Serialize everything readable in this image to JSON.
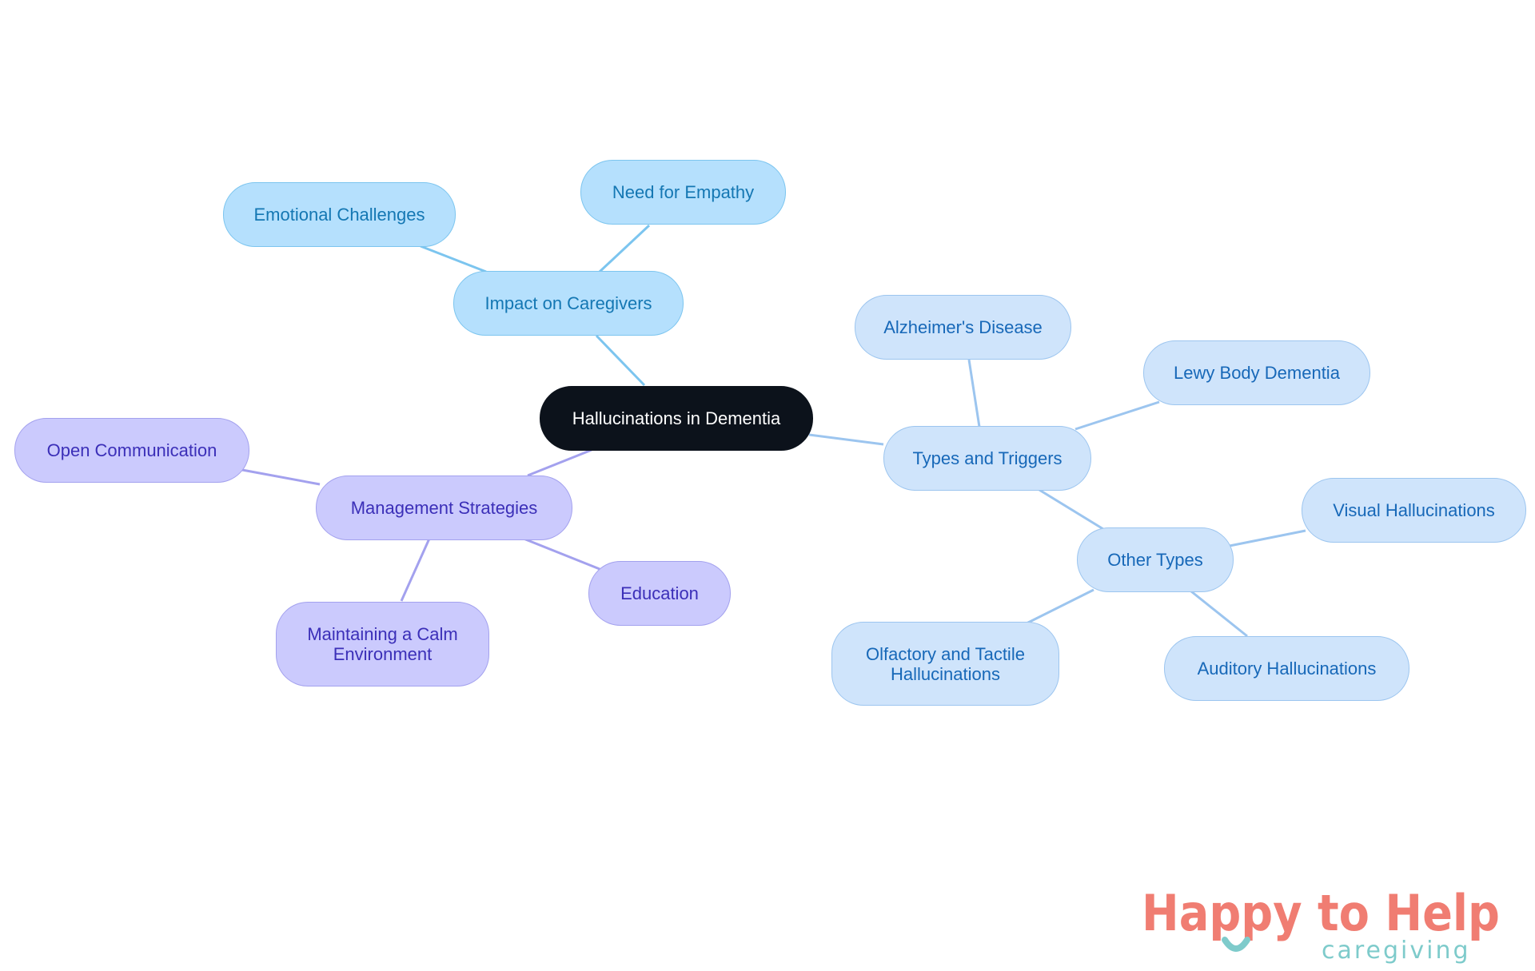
{
  "mindmap": {
    "root": {
      "label": "Hallucinations in Dementia"
    },
    "branches": {
      "impact": {
        "label": "Impact on Caregivers",
        "children": {
          "emotional": "Emotional Challenges",
          "empathy": "Need for Empathy"
        }
      },
      "types": {
        "label": "Types and Triggers",
        "children": {
          "alzheimers": "Alzheimer's Disease",
          "lewy": "Lewy Body Dementia",
          "other": "Other Types"
        },
        "other_types": {
          "visual": "Visual Hallucinations",
          "auditory": "Auditory Hallucinations",
          "olfactory_line1": "Olfactory and Tactile",
          "olfactory_line2": "Hallucinations"
        }
      },
      "management": {
        "label": "Management Strategies",
        "children": {
          "open": "Open Communication",
          "education": "Education",
          "calm_line1": "Maintaining a Calm",
          "calm_line2": "Environment"
        }
      }
    },
    "colors": {
      "root": "#0c121b",
      "impact_branch": "#b5e0fd",
      "types_branch": "#cfe4fb",
      "management_branch": "#cbcafd"
    }
  },
  "logo": {
    "title": "Happy to Help",
    "subtitle": "caregiving",
    "colors": {
      "title": "#f07d72",
      "subtitle": "#7ecbcb"
    }
  }
}
